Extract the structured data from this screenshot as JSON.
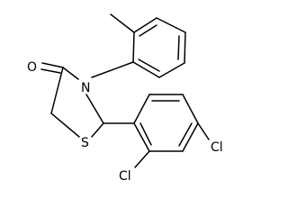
{
  "molecule": {
    "atoms": {
      "oxygen": "O",
      "nitrogen": "N",
      "sulfur": "S",
      "chlorine_ortho": "Cl",
      "chlorine_para": "Cl"
    }
  }
}
